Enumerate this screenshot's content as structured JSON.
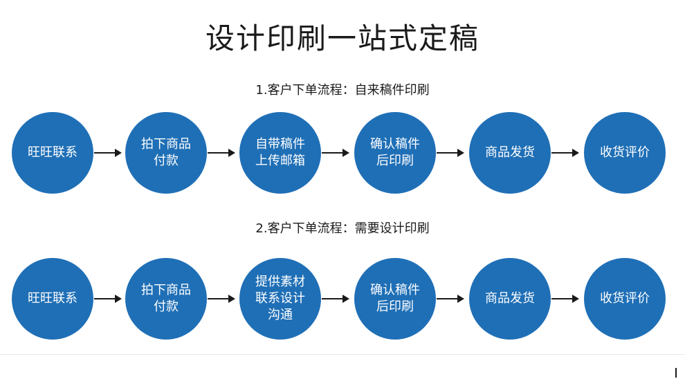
{
  "title": "设计印刷一站式定稿",
  "colors": {
    "circle_fill": "#1f6fb6",
    "circle_text": "#ffffff",
    "arrow": "#1a1a1a",
    "text": "#1a1a1a"
  },
  "flows": [
    {
      "heading": "1.客户下单流程：自来稿件印刷",
      "steps": [
        {
          "lines": [
            "旺旺联系"
          ]
        },
        {
          "lines": [
            "拍下商品",
            "付款"
          ]
        },
        {
          "lines": [
            "自带稿件",
            "上传邮箱"
          ]
        },
        {
          "lines": [
            "确认稿件",
            "后印刷"
          ]
        },
        {
          "lines": [
            "商品发货"
          ]
        },
        {
          "lines": [
            "收货评价"
          ]
        }
      ]
    },
    {
      "heading": "2.客户下单流程：需要设计印刷",
      "steps": [
        {
          "lines": [
            "旺旺联系"
          ]
        },
        {
          "lines": [
            "拍下商品",
            "付款"
          ]
        },
        {
          "lines": [
            "提供素材",
            "联系设计",
            "沟通"
          ]
        },
        {
          "lines": [
            "确认稿件",
            "后印刷"
          ]
        },
        {
          "lines": [
            "商品发货"
          ]
        },
        {
          "lines": [
            "收货评价"
          ]
        }
      ]
    }
  ]
}
